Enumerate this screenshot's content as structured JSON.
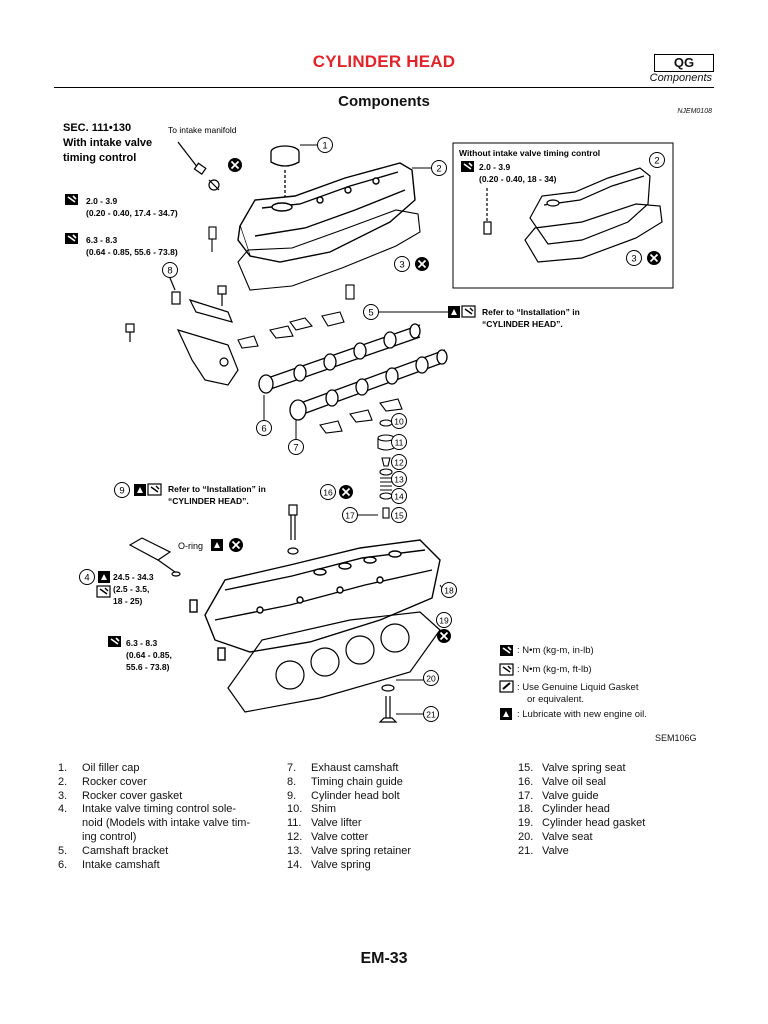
{
  "header": {
    "title": "CYLINDER HEAD",
    "badge": "QG",
    "subtitle": "Components"
  },
  "section": {
    "title": "Components",
    "ref_code": "NJEM0108"
  },
  "figure": {
    "sec_line1": "SEC. 111•130",
    "sec_line2": "With intake valve",
    "sec_line3": "timing control",
    "to_intake_manifold": "To intake manifold",
    "torque_a_line1": "2.0 - 3.9",
    "torque_a_line2": "(0.20 - 0.40, 17.4 - 34.7)",
    "torque_b_line1": "6.3 - 8.3",
    "torque_b_line2": "(0.64 - 0.85, 55.6 - 73.8)",
    "inset_title": "Without intake valve timing control",
    "inset_torque_line1": "2.0 - 3.9",
    "inset_torque_line2": "(0.20 - 0.40, 18 - 34)",
    "note_cam_line1": "Refer to “Installation” in",
    "note_cam_line2": "“CYLINDER HEAD”.",
    "note_bolt_line1": "Refer to “Installation” in",
    "note_bolt_line2": "“CYLINDER HEAD”.",
    "oring": "O-ring",
    "torque_c_line1": "24.5 - 34.3",
    "torque_c_line2": "(2.5 - 3.5,",
    "torque_c_line3": "18 - 25)",
    "torque_d_line1": "6.3 - 8.3",
    "torque_d_line2": "(0.64 - 0.85,",
    "torque_d_line3": "55.6 - 73.8)",
    "fig_id": "SEM106G",
    "callouts": [
      "1",
      "2",
      "3",
      "2",
      "3",
      "4",
      "5",
      "6",
      "7",
      "8",
      "9",
      "10",
      "11",
      "12",
      "13",
      "14",
      "15",
      "16",
      "17",
      "18",
      "19",
      "20",
      "21"
    ]
  },
  "legend": [
    {
      "icon": "torque-wrench-icon",
      "text": ": N•m (kg-m, in-lb)"
    },
    {
      "icon": "torque-wrench-ft-icon",
      "text": ": N•m (kg-m, ft-lb)"
    },
    {
      "icon": "liquid-gasket-icon",
      "text": ": Use Genuine Liquid Gasket",
      "text2": "or equivalent."
    },
    {
      "icon": "oil-can-icon",
      "text": ": Lubricate with new engine oil."
    }
  ],
  "parts_list": {
    "col1": [
      {
        "num": "1.",
        "name": "Oil filler cap"
      },
      {
        "num": "2.",
        "name": "Rocker cover"
      },
      {
        "num": "3.",
        "name": "Rocker cover gasket"
      },
      {
        "num": "4.",
        "name": "Intake valve timing control sole-",
        "cont1": "noid (Models with intake valve tim-",
        "cont2": "ing control)"
      },
      {
        "num": "5.",
        "name": "Camshaft bracket"
      },
      {
        "num": "6.",
        "name": "Intake camshaft"
      }
    ],
    "col2": [
      {
        "num": "7.",
        "name": "Exhaust camshaft"
      },
      {
        "num": "8.",
        "name": "Timing chain guide"
      },
      {
        "num": "9.",
        "name": "Cylinder head bolt"
      },
      {
        "num": "10.",
        "name": "Shim"
      },
      {
        "num": "11.",
        "name": "Valve lifter"
      },
      {
        "num": "12.",
        "name": "Valve cotter"
      },
      {
        "num": "13.",
        "name": "Valve spring retainer"
      },
      {
        "num": "14.",
        "name": "Valve spring"
      }
    ],
    "col3": [
      {
        "num": "15.",
        "name": "Valve spring seat"
      },
      {
        "num": "16.",
        "name": "Valve oil seal"
      },
      {
        "num": "17.",
        "name": "Valve guide"
      },
      {
        "num": "18.",
        "name": "Cylinder head"
      },
      {
        "num": "19.",
        "name": "Cylinder head gasket"
      },
      {
        "num": "20.",
        "name": "Valve seat"
      },
      {
        "num": "21.",
        "name": "Valve"
      }
    ]
  },
  "footer": {
    "page": "EM-33"
  }
}
